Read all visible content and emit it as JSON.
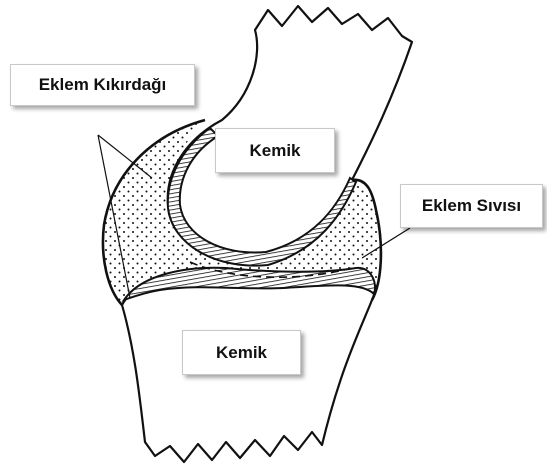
{
  "labels": {
    "cartilage": "Eklem Kıkırdağı",
    "bone_top": "Kemik",
    "fluid": "Eklem Sıvısı",
    "bone_bottom": "Kemik"
  },
  "colors": {
    "line": "#111111",
    "label_border": "#c8c8c8",
    "background": "#ffffff"
  }
}
